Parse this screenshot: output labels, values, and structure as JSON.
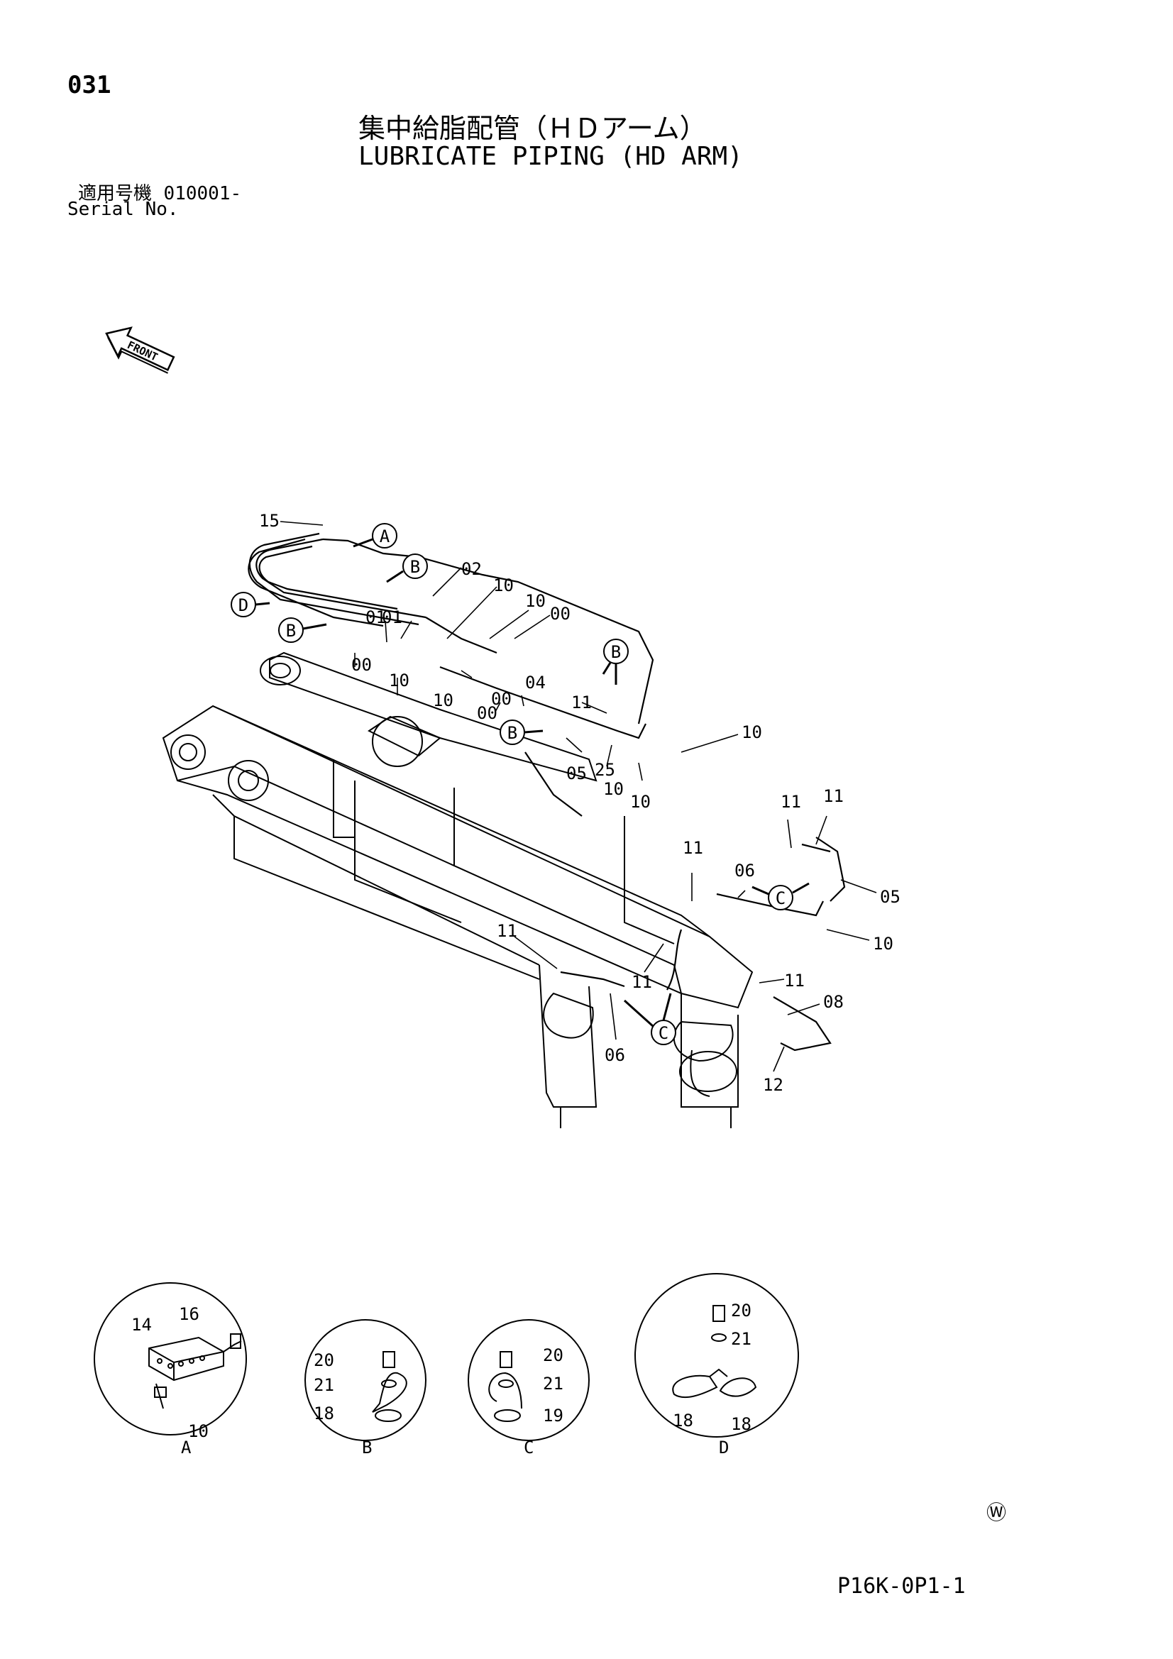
{
  "header": {
    "page_number": "031",
    "title_jp": "集中給脂配管（ＨＤアーム）",
    "title_en": "LUBRICATE PIPING (HD ARM)",
    "serial_label_jp": "適用号機",
    "serial_value": "010001-",
    "serial_label_en": "Serial No."
  },
  "footer": {
    "drawing_code": "P16K-0P1-1",
    "mark": "Ⓦ"
  },
  "front_marker": "FRONT",
  "callouts": {
    "c15": "15",
    "c02": "02",
    "c10a": "10",
    "c10b": "10",
    "c00a": "00",
    "c01a": "01",
    "c01b": "01",
    "c00b": "00",
    "c10c": "10",
    "c10d": "10",
    "c00c": "00",
    "c04": "04",
    "c00d": "00",
    "c11a": "11",
    "c10e": "10",
    "c05a": "05",
    "c25": "25",
    "c10f": "10",
    "c10g": "10",
    "c11b": "11",
    "c11c": "11",
    "c11d": "11",
    "c06a": "06",
    "c05b": "05",
    "c10h": "10",
    "c11e": "11",
    "c11f": "11",
    "c11g": "11",
    "c08": "08",
    "c06b": "06",
    "c12": "12"
  },
  "view_markers": {
    "a": "A",
    "b1": "B",
    "b2": "B",
    "b3": "B",
    "b4": "B",
    "c1": "C",
    "c2": "C",
    "d": "D"
  },
  "details": [
    {
      "label": "A",
      "parts": [
        "14",
        "16",
        "10"
      ]
    },
    {
      "label": "B",
      "parts": [
        "20",
        "21",
        "18"
      ]
    },
    {
      "label": "C",
      "parts": [
        "20",
        "21",
        "19"
      ]
    },
    {
      "label": "D",
      "parts": [
        "20",
        "21",
        "18",
        "18"
      ]
    }
  ]
}
